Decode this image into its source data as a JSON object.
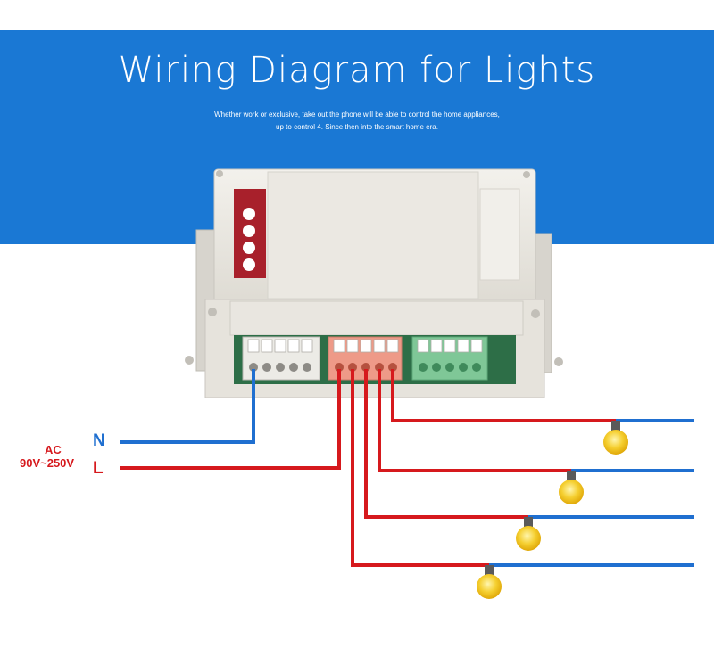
{
  "header": {
    "title": "Wiring Diagram for Lights",
    "subtitle_line1": "Whether work or exclusive, take out the phone will be able to control the home appliances,",
    "subtitle_line2": "up to control 4. Since then into the smart home era."
  },
  "power": {
    "label": "AC",
    "voltage": "90V~250V",
    "neutral": "N",
    "live": "L"
  },
  "colors": {
    "banner": "#1a78d4",
    "live_wire": "#d6191d",
    "neutral_wire": "#1f6fd0",
    "bulb": "#f2c21a"
  },
  "lights": {
    "count": 4
  }
}
